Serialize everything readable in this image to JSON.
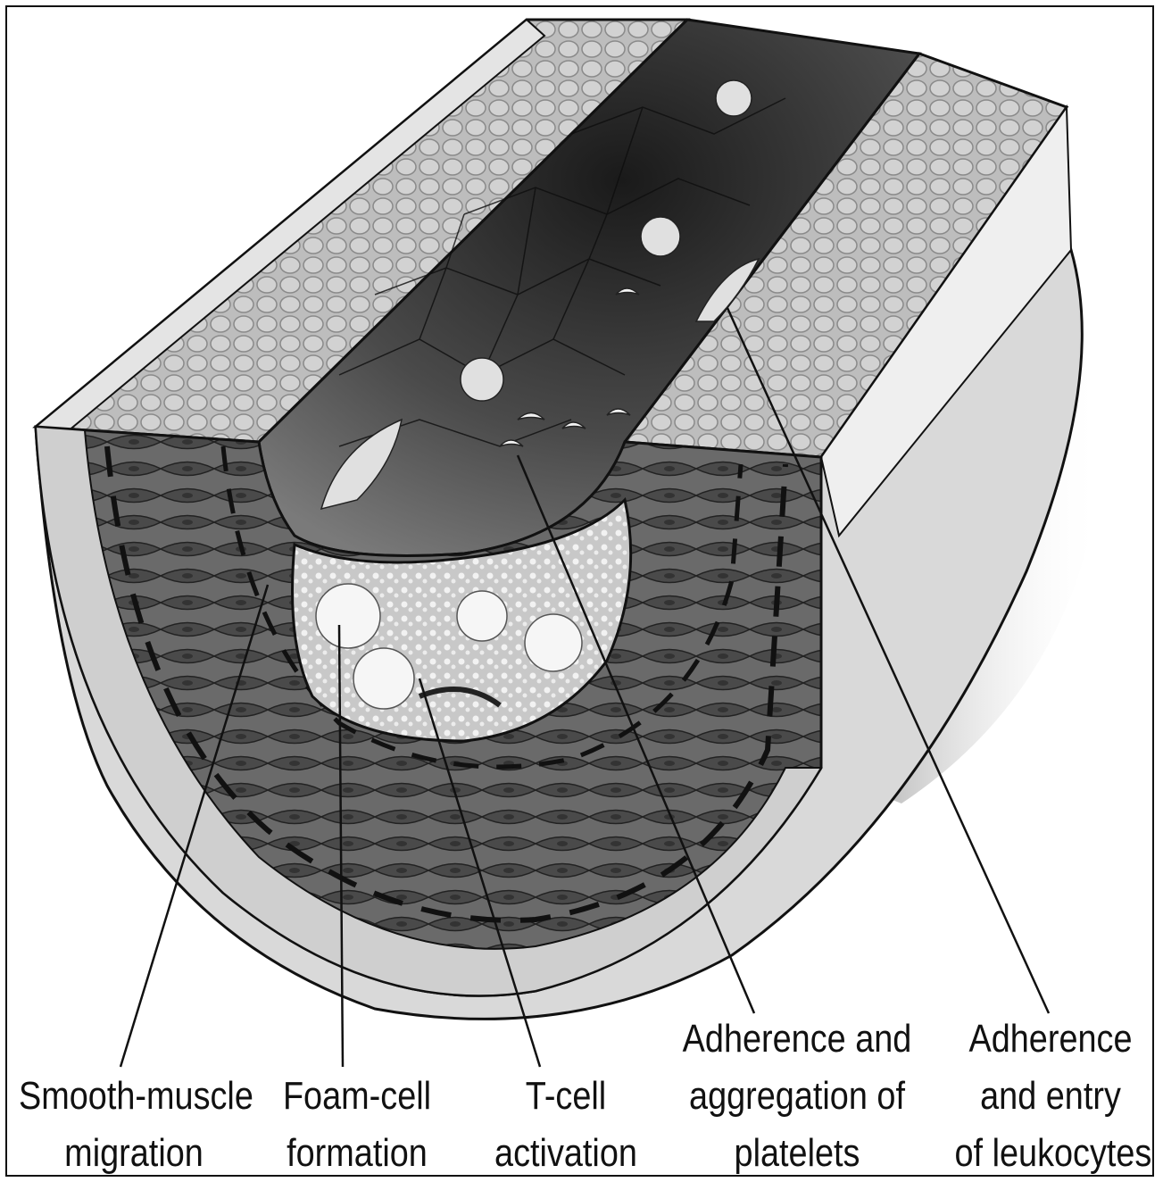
{
  "labels": {
    "smooth_muscle": {
      "line1": "Smooth-muscle",
      "line2": "migration"
    },
    "foam_cell": {
      "line1": "Foam-cell",
      "line2": "formation"
    },
    "t_cell": {
      "line1": "T-cell",
      "line2": "activation"
    },
    "platelets": {
      "line1": "Adherence and",
      "line2": "aggregation of",
      "line3": "platelets"
    },
    "leukocytes": {
      "line1": "Adherence",
      "line2": "and entry",
      "line3": "of leukocytes"
    }
  },
  "colors": {
    "line": "#111111",
    "outer_wall": "#c9c9c9",
    "media": "#5a5a5a",
    "lumen": "#3a3a3a",
    "plaque": "#e6e6e6"
  }
}
